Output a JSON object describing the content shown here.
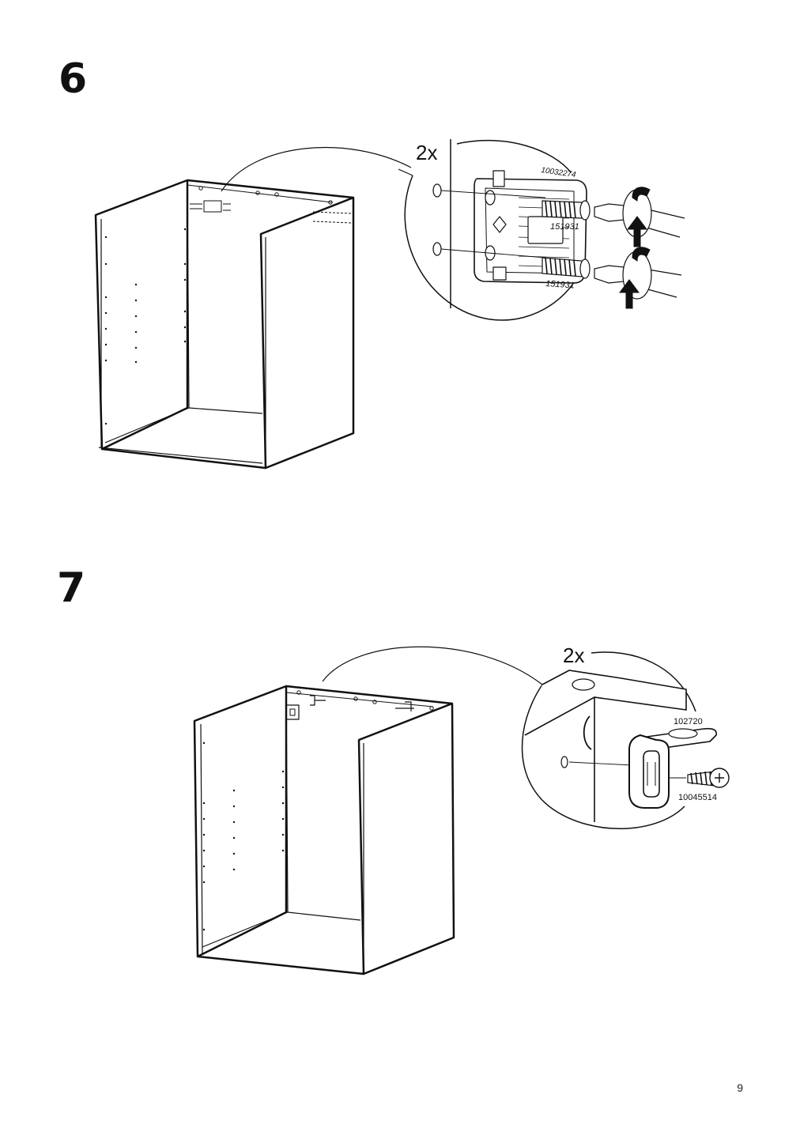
{
  "steps": [
    {
      "number": "6",
      "quantity": "2x",
      "part_ids": {
        "bracket": "10032274",
        "screw_top": "151931",
        "screw_bottom": "151931"
      },
      "icons": [
        "cabinet-frame-icon",
        "wall-bracket-icon",
        "screw-icon",
        "screwdriver-icon",
        "rotate-arrow-icon"
      ]
    },
    {
      "number": "7",
      "quantity": "2x",
      "part_ids": {
        "bracket": "102720",
        "screw": "10045514"
      },
      "icons": [
        "cabinet-frame-icon",
        "suspension-bracket-icon",
        "screw-icon"
      ]
    }
  ],
  "page": {
    "number": "9"
  }
}
